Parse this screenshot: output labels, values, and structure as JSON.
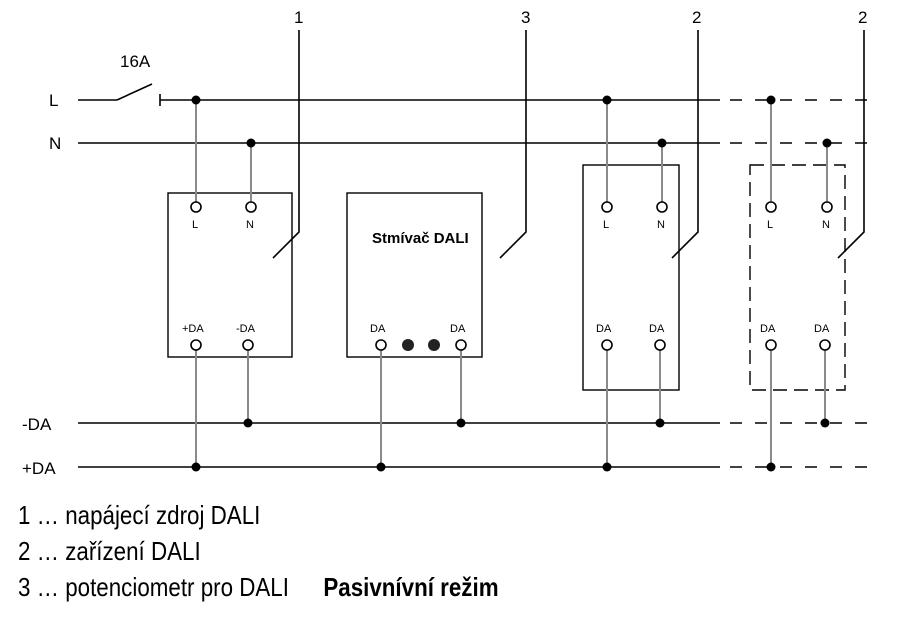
{
  "rails": {
    "L": "L",
    "N": "N",
    "minus_da": "-DA",
    "plus_da": "+DA"
  },
  "breaker": {
    "rating": "16A"
  },
  "callouts": {
    "c1": "1",
    "c3": "3",
    "c2a": "2",
    "c2b": "2"
  },
  "devices": {
    "power_supply": {
      "top_left": "L",
      "top_right": "N",
      "bottom_left": "+DA",
      "bottom_right": "-DA"
    },
    "dimmer": {
      "title": "Stmívač DALI",
      "bottom_left": "DA",
      "bottom_right": "DA"
    },
    "device_a": {
      "top_left": "L",
      "top_right": "N",
      "bottom_left": "DA",
      "bottom_right": "DA"
    },
    "device_b": {
      "top_left": "L",
      "top_right": "N",
      "bottom_left": "DA",
      "bottom_right": "DA"
    }
  },
  "legend": {
    "item1": "1 … napájecí zdroj DALI",
    "item2": "2 … zařízení DALI",
    "item3": "3 … potenciometr pro DALI",
    "mode": "Pasivnívní režim"
  }
}
